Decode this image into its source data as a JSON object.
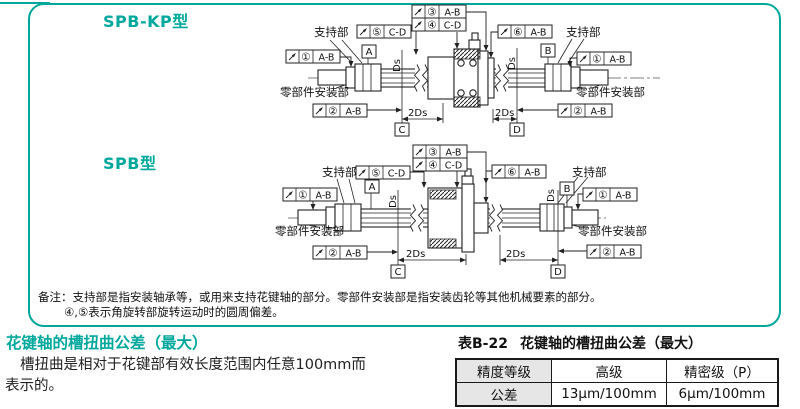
{
  "colors": {
    "accent": "#00A89C",
    "line": "#222222",
    "table_header_bg": "#E6E6E6"
  },
  "panel": {
    "diagram1_title": "SPB-KP型",
    "diagram2_title": "SPB型",
    "note_label": "备注：",
    "note_line1": "支持部是指安装轴承等，或用来支持花键轴的部分。零部件安装部是指安装齿轮等其他机械要素的部分。",
    "note_line2": "④,⑤表示角旋转部旋转运动时的圆周偏差。"
  },
  "diagram_labels": {
    "support": "支持部",
    "mount": "零部件安装部",
    "ds": "Ds",
    "two_ds": "2Ds",
    "datum_a": "A",
    "datum_b": "B",
    "datum_c": "C",
    "datum_d": "D",
    "frame1_num": "①",
    "frame1_datum": "A-B",
    "frame2_num": "②",
    "frame2_datum": "A-B",
    "frame3_num": "③",
    "frame3_datum": "A-B",
    "frame4_num": "④",
    "frame4_datum": "C-D",
    "frame5_num": "⑤",
    "frame5_datum": "C-D",
    "frame6_num": "⑥",
    "frame6_datum": "A-B"
  },
  "section": {
    "heading": "花键轴的槽扭曲公差（最大）",
    "body_line1": "槽扭曲是相对于花键部有效长度范围内任意100mm而",
    "body_line2": "表示的。"
  },
  "table": {
    "label": "表B-22",
    "title": "花键轴的槽扭曲公差（最大）",
    "col1_header": "精度等级",
    "col2_header": "高级",
    "col3_header": "精密级（P）",
    "row1_label": "公差",
    "row1_val1": "13μm/100mm",
    "row1_val2": "6μm/100mm"
  }
}
